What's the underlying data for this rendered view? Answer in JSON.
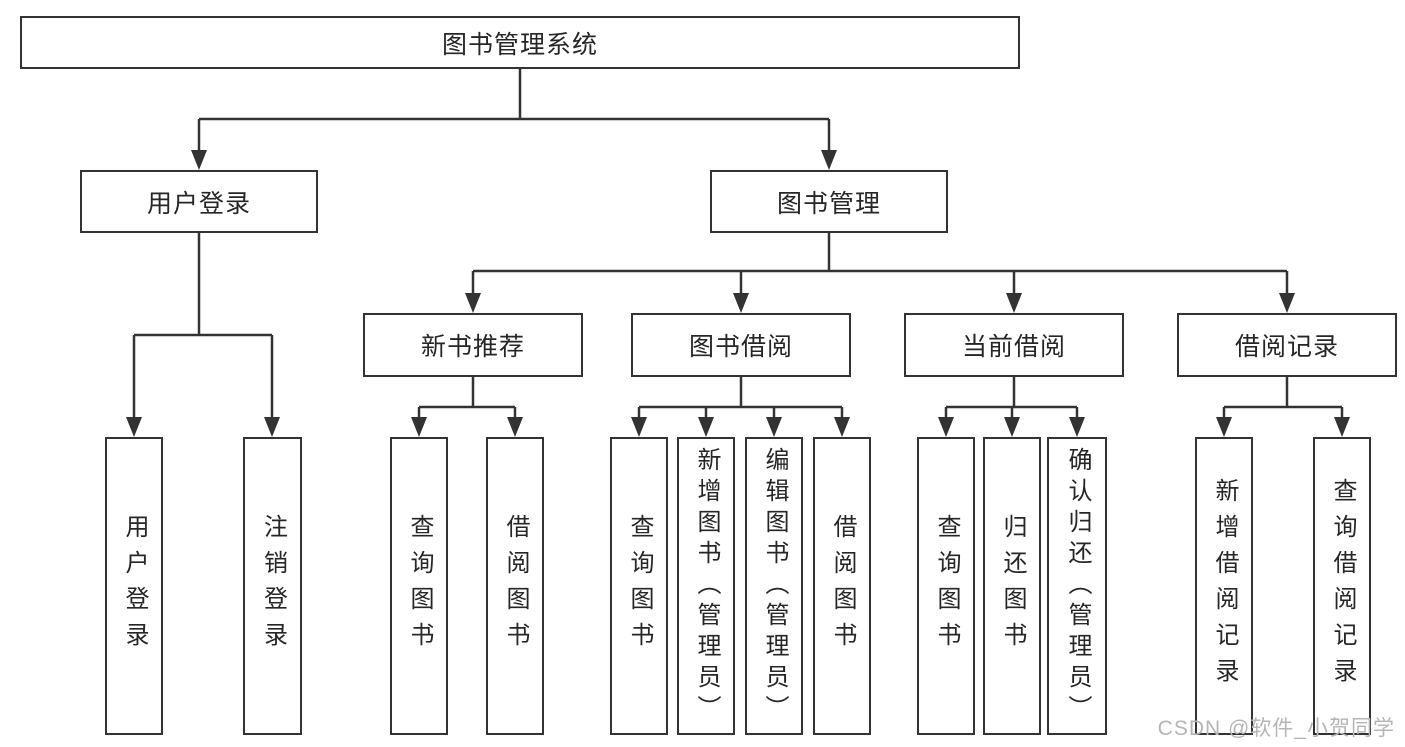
{
  "hierarchy": {
    "root": {
      "label": "图书管理系统"
    },
    "branches": [
      {
        "label": "用户登录",
        "children": [
          {
            "label": "用户登录"
          },
          {
            "label": "注销登录"
          }
        ]
      },
      {
        "label": "图书管理",
        "children": [
          {
            "label": "新书推荐",
            "children": [
              {
                "label": "查询图书"
              },
              {
                "label": "借阅图书"
              }
            ]
          },
          {
            "label": "图书借阅",
            "children": [
              {
                "label": "查询图书"
              },
              {
                "label": "新增图书（管理员）"
              },
              {
                "label": "编辑图书（管理员）"
              },
              {
                "label": "借阅图书"
              }
            ]
          },
          {
            "label": "当前借阅",
            "children": [
              {
                "label": "查询图书"
              },
              {
                "label": "归还图书"
              },
              {
                "label": "确认归还（管理员）"
              }
            ]
          },
          {
            "label": "借阅记录",
            "children": [
              {
                "label": "新增借阅记录"
              },
              {
                "label": "查询借阅记录"
              }
            ]
          }
        ]
      }
    ]
  },
  "watermark": {
    "text": "CSDN @软件_小贺同学"
  },
  "colors": {
    "line": "#333333",
    "text": "#262626",
    "background": "#ffffff",
    "watermark": "#b5b5b5"
  }
}
